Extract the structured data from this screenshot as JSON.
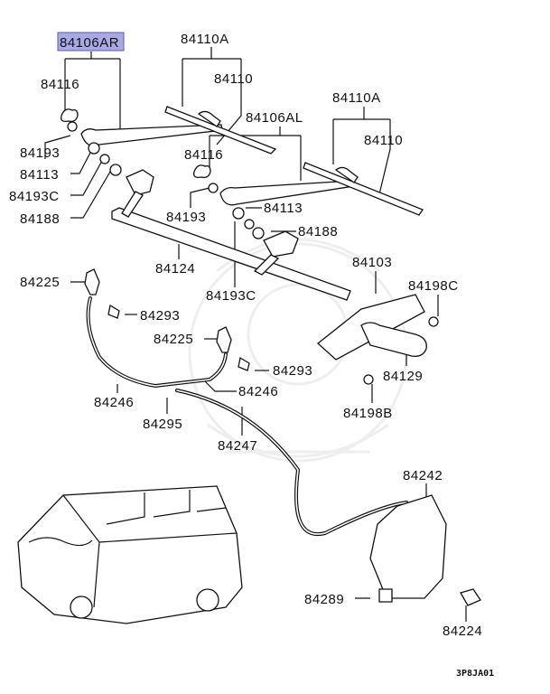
{
  "diagram": {
    "highlight_color": "#a9a9e6",
    "selected_part": "84106AR",
    "labels": {
      "p84106AR": "84106AR",
      "p84110A_1": "84110A",
      "p84116_1": "84116",
      "p84110_1": "84110",
      "p84106AL": "84106AL",
      "p84110A_2": "84110A",
      "p84193_1": "84193",
      "p84116_2": "84116",
      "p84110_2": "84110",
      "p84113_1": "84113",
      "p84193C_1": "84193C",
      "p84188_1": "84188",
      "p84193_2": "84193",
      "p84113_2": "84113",
      "p84188_2": "84188",
      "p84103": "84103",
      "p84124": "84124",
      "p84225_1": "84225",
      "p84198C": "84198C",
      "p84193C_2": "84193C",
      "p84293_1": "84293",
      "p84225_2": "84225",
      "p84293_2": "84293",
      "p84129": "84129",
      "p84246_1": "84246",
      "p84246_2": "84246",
      "p84295": "84295",
      "p84198B": "84198B",
      "p84247": "84247",
      "p84242": "84242",
      "p84289": "84289",
      "p84224": "84224"
    },
    "diagram_code": "3P8JA01"
  }
}
